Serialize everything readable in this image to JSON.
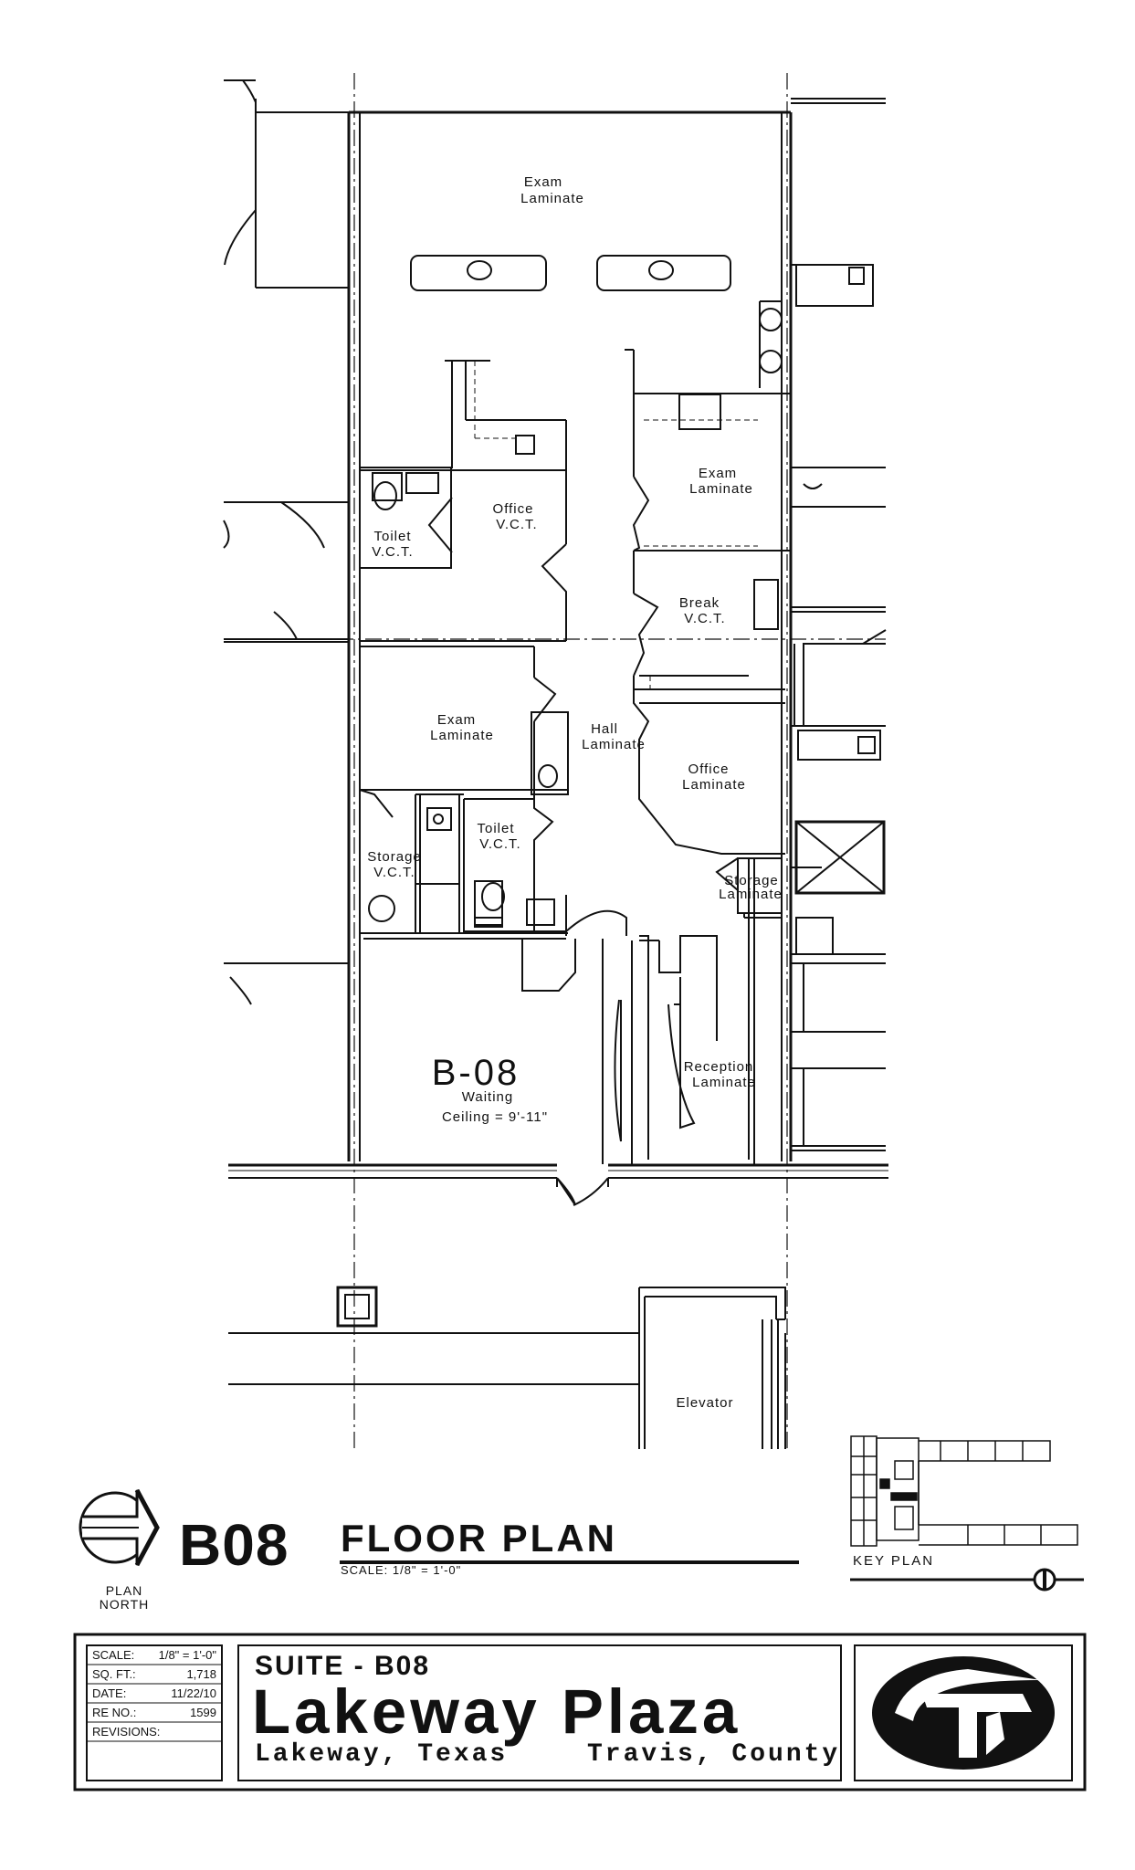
{
  "rooms": [
    {
      "id": "exam-top",
      "lines": [
        "Exam",
        "Laminate"
      ]
    },
    {
      "id": "exam-right",
      "lines": [
        "Exam",
        "Laminate"
      ]
    },
    {
      "id": "office-vct",
      "lines": [
        "Office",
        "V.C.T."
      ]
    },
    {
      "id": "toilet-top",
      "lines": [
        "Toilet",
        "V.C.T."
      ]
    },
    {
      "id": "break",
      "lines": [
        "Break",
        "V.C.T."
      ]
    },
    {
      "id": "exam-left",
      "lines": [
        "Exam",
        "Laminate"
      ]
    },
    {
      "id": "hall",
      "lines": [
        "Hall",
        "Laminate"
      ]
    },
    {
      "id": "office-lam",
      "lines": [
        "Office",
        "Laminate"
      ]
    },
    {
      "id": "storage-left",
      "lines": [
        "Storage",
        "V.C.T."
      ]
    },
    {
      "id": "toilet-bottom",
      "lines": [
        "Toilet",
        "V.C.T."
      ]
    },
    {
      "id": "storage-right",
      "lines": [
        "Storage",
        "Laminate"
      ]
    },
    {
      "id": "reception",
      "lines": [
        "Reception",
        "Laminate"
      ]
    },
    {
      "id": "elevator",
      "lines": [
        "Elevator"
      ]
    }
  ],
  "suite_label": "B-08",
  "waiting": {
    "line1": "Waiting",
    "line2": "Ceiling = 9'-11\""
  },
  "title": {
    "number": "B08",
    "name": "FLOOR PLAN",
    "scale": "SCALE: 1/8\" = 1'-0\"",
    "north": [
      "PLAN",
      "NORTH"
    ],
    "key_plan": "KEY PLAN"
  },
  "info": [
    {
      "label": "SCALE:",
      "value": "1/8\" = 1'-0\""
    },
    {
      "label": "SQ. FT.:",
      "value": "1,718"
    },
    {
      "label": "DATE:",
      "value": "11/22/10"
    },
    {
      "label": "RE NO.:",
      "value": "1599"
    },
    {
      "label": "REVISIONS:",
      "value": ""
    }
  ],
  "project": {
    "suite": "SUITE - B08",
    "name": "Lakeway Plaza",
    "city": "Lakeway, Texas",
    "county": "Travis, County"
  }
}
